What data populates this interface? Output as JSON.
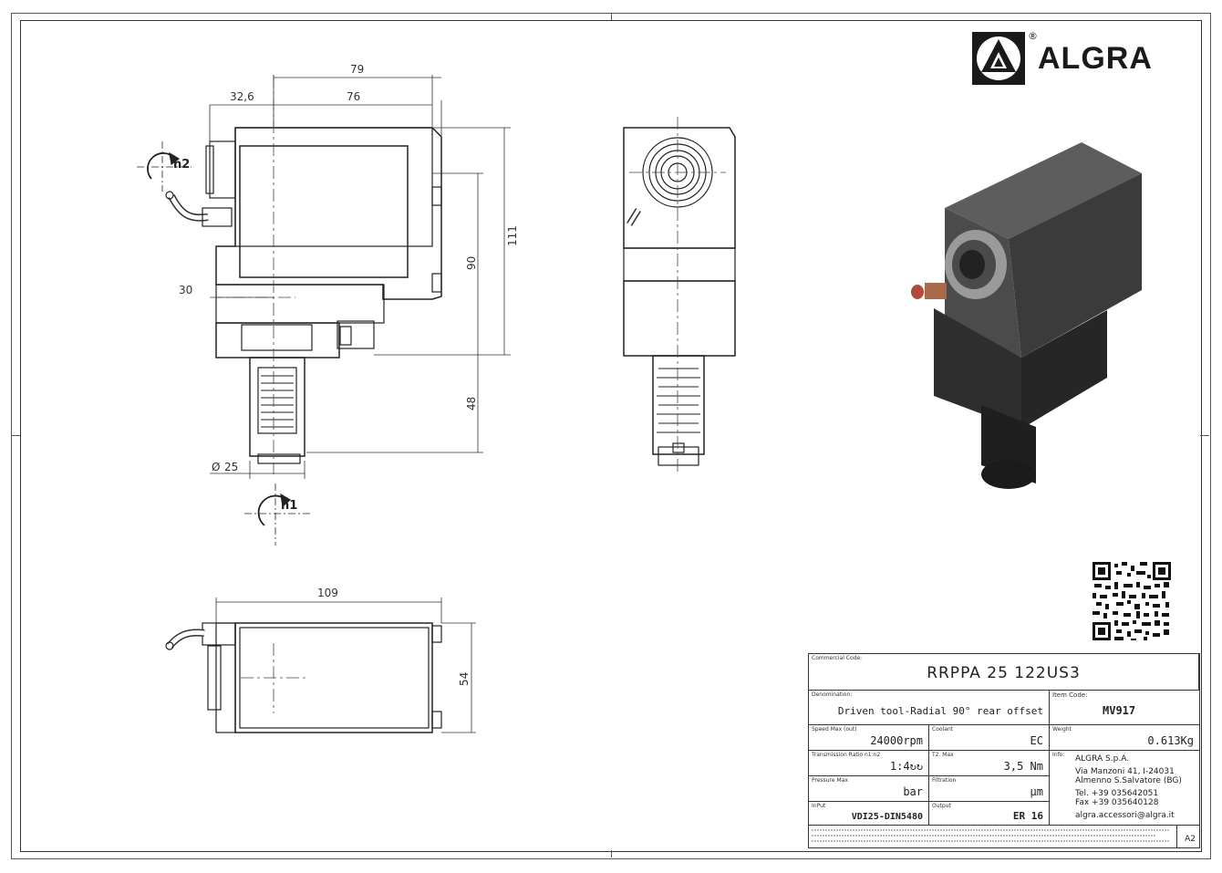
{
  "logo": {
    "brand": "ALGRA",
    "registered": "®",
    "icon": "triangle-logo-icon"
  },
  "dimensions": {
    "d79": "79",
    "d32_6": "32,6",
    "d76": "76",
    "d111": "111",
    "d90": "90",
    "d30": "30",
    "d48": "48",
    "d25": "25",
    "d25_symbol": "Ø",
    "d109": "109",
    "d54": "54"
  },
  "rotations": {
    "n1": "n1",
    "n2": "n2"
  },
  "title_block": {
    "commercial_code_label": "Commercial Code:",
    "commercial_code": "RRPPA 25 122US3",
    "denomination_label": "Denomination:",
    "denomination": "Driven tool-Radial 90° rear offset",
    "item_code_label": "Item Code:",
    "item_code": "MV917",
    "speed_label": "Speed Max (out)",
    "speed": "24000rpm",
    "coolant_label": "Coolant",
    "coolant": "EC",
    "weight_label": "Weight",
    "weight": "0.613Kg",
    "ratio_label": "Transmission Ratio n1:n2",
    "ratio": "1:4↻↻",
    "torque_label": "T2. Max",
    "torque": "3,5 Nm",
    "info_label": "Info:",
    "info_company": "ALGRA S.p.A.",
    "info_address1": "Via Manzoni 41, I-24031",
    "info_address2": "Almenno S.Salvatore (BG)",
    "info_tel": "Tel. +39 035642051",
    "info_fax": "Fax +39 035640128",
    "info_email": "algra.accessori@algra.it",
    "pressure_label": "Pressure Max",
    "pressure": "bar",
    "filtration_label": "Filtration",
    "filtration": "µm",
    "input_label": "InPut",
    "input": "VDI25-DIN5480",
    "output_label": "Output",
    "output": "ER 16",
    "sheet_size": "A2"
  }
}
